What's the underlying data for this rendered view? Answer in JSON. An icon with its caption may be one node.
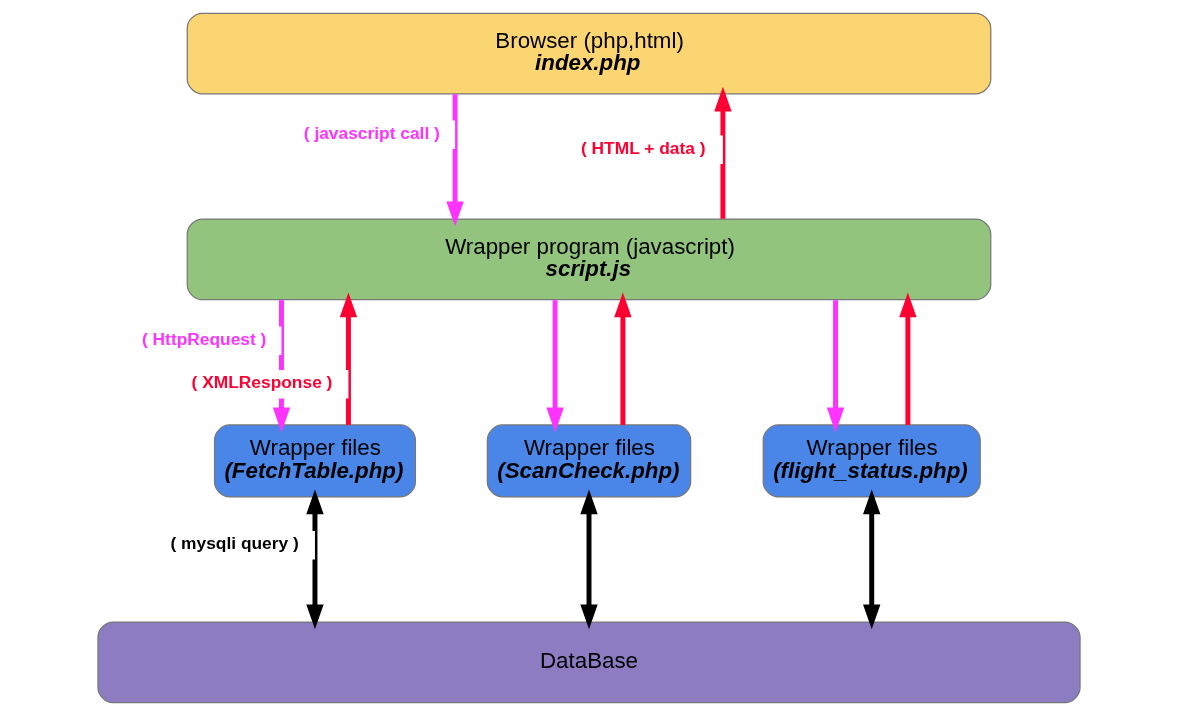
{
  "diagram": {
    "nodes": [
      {
        "text": [
          "Browser (php,html)",
          "index.php"
        ]
      },
      {
        "text": [
          "Wrapper program (javascript)",
          "script.js"
        ]
      },
      {
        "text": [
          "Wrapper files",
          "(FetchTable.php)"
        ]
      },
      {
        "text": [
          "Wrapper files",
          "(ScanCheck.php)"
        ]
      },
      {
        "text": [
          "Wrapper files",
          "(flight_status.php)"
        ]
      },
      {
        "text": [
          "DataBase"
        ]
      }
    ],
    "edges": [
      {
        "from": 0,
        "to": 1,
        "arrow": "to",
        "label": "( javascript call )",
        "color": "#ff33ff"
      },
      {
        "from": 1,
        "to": 0,
        "arrow": "to",
        "label": "( HTML + data )",
        "color": "#ff0033"
      },
      {
        "from": 1,
        "to": 2,
        "arrow": "to",
        "label": "( HttpRequest )",
        "color": "#ff33ff"
      },
      {
        "from": 2,
        "to": 1,
        "arrow": "to",
        "label": "( XMLResponse )",
        "color": "#ff0033"
      },
      {
        "from": 1,
        "to": 3,
        "arrow": "to",
        "color": "#ff33ff"
      },
      {
        "from": 3,
        "to": 1,
        "arrow": "to",
        "color": "#ff0033"
      },
      {
        "from": 1,
        "to": 4,
        "arrow": "to",
        "color": "#ff33ff"
      },
      {
        "from": 4,
        "to": 1,
        "arrow": "to",
        "color": "#ff0033"
      },
      {
        "from": 2,
        "to": 5,
        "arrow": "both",
        "label": "( mysqli query )",
        "color": "#000000"
      },
      {
        "from": 3,
        "to": 5,
        "arrow": "both",
        "color": "#000000"
      },
      {
        "from": 4,
        "to": 5,
        "arrow": "both",
        "color": "#000000"
      }
    ]
  }
}
